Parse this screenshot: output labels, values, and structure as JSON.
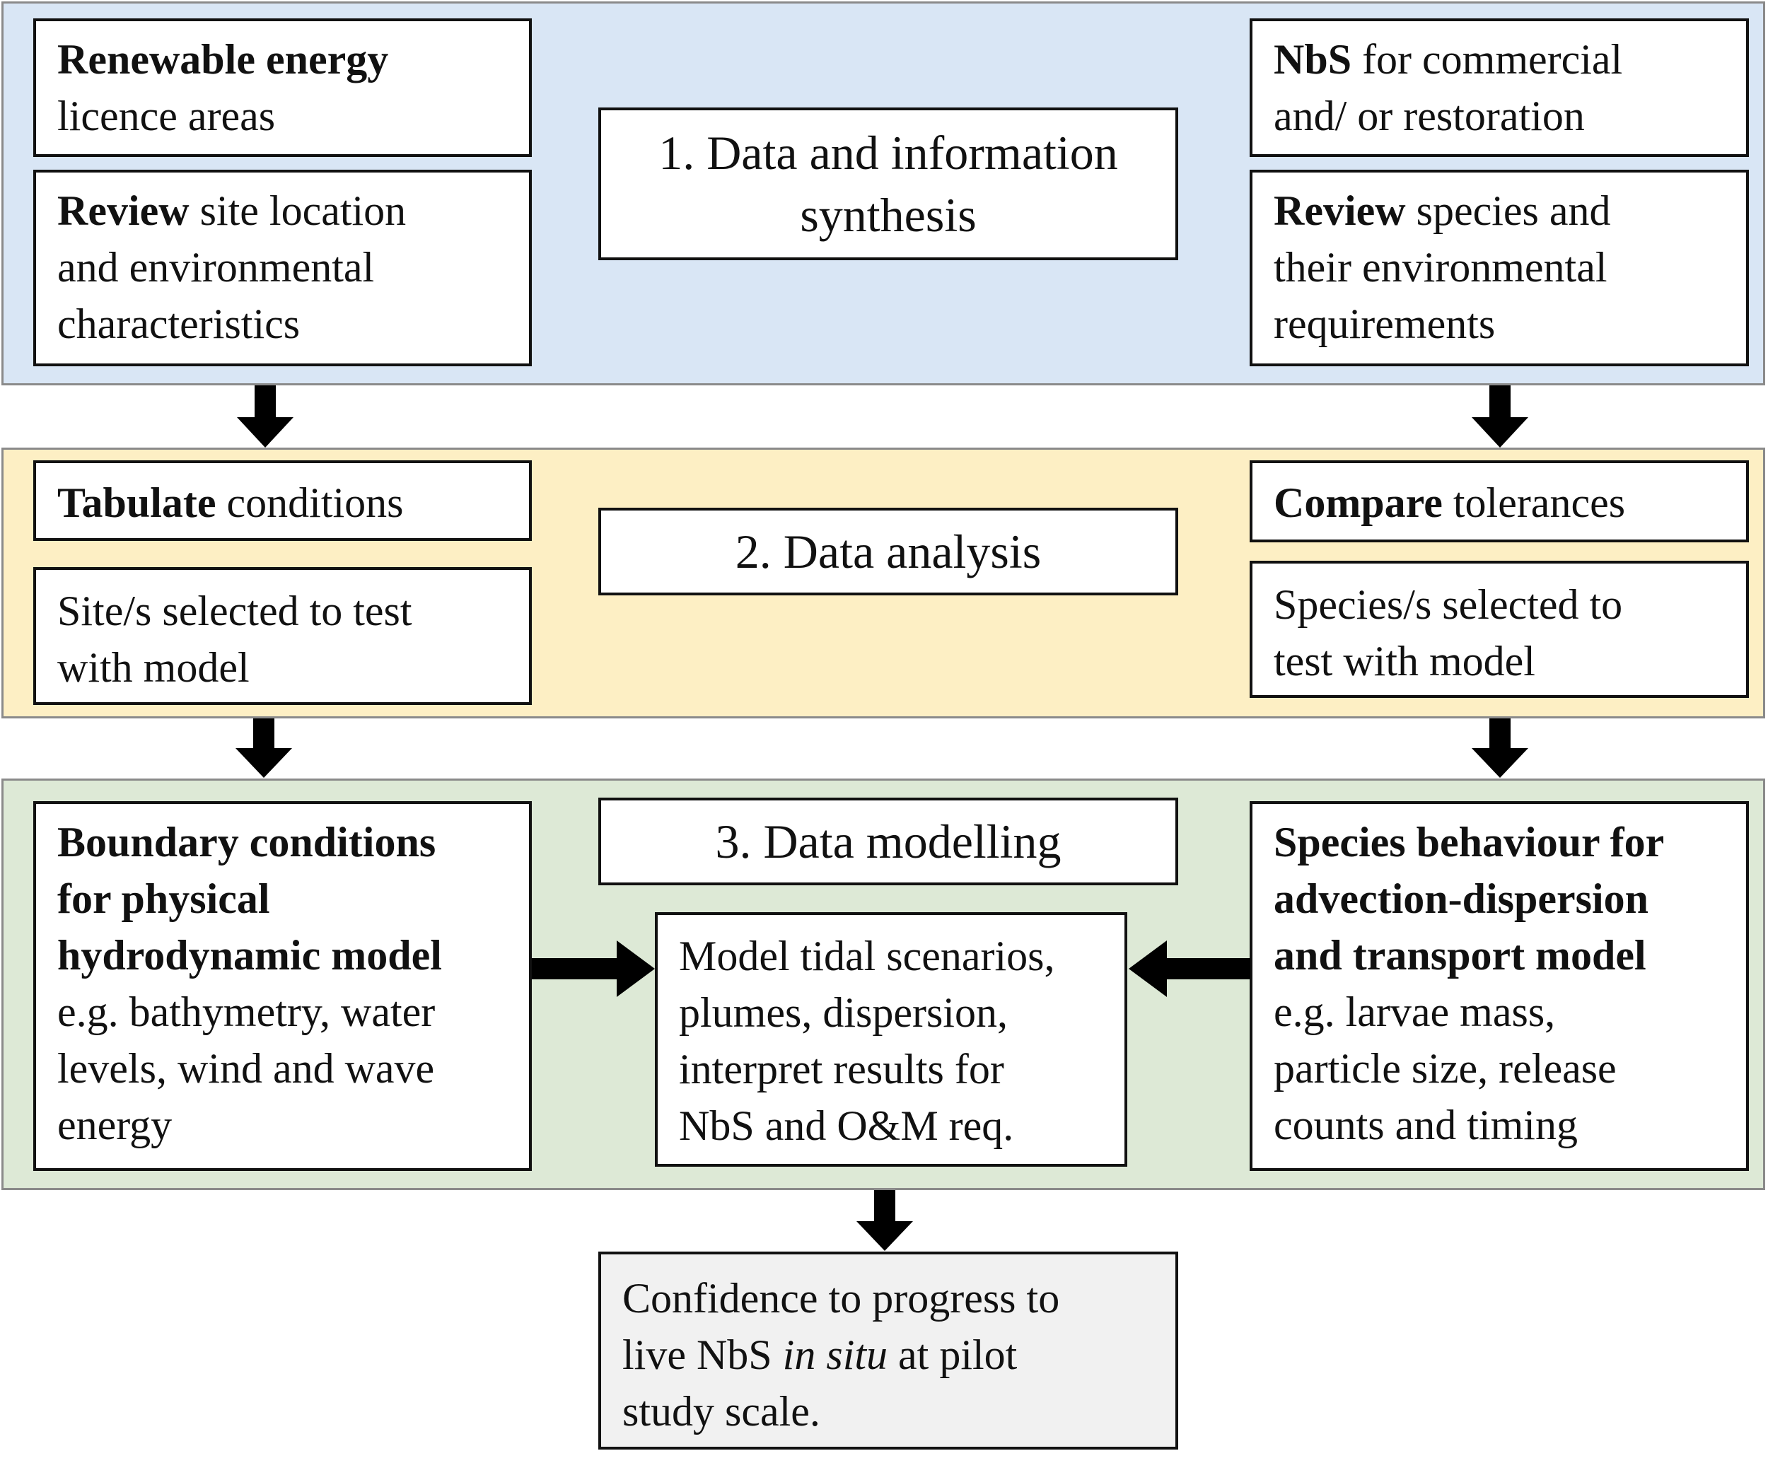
{
  "stage1": {
    "title": "1. Data and information synthesis",
    "title_line1": "1. Data and information",
    "title_line2": "synthesis",
    "left_top": {
      "bold": "Renewable energy",
      "line2": "licence areas"
    },
    "left_bottom": {
      "bold": "Review",
      "rest": " site location",
      "line2": "and environmental",
      "line3": "characteristics"
    },
    "right_top": {
      "bold": "NbS",
      "rest": " for commercial",
      "line2": "and/ or restoration"
    },
    "right_bottom": {
      "bold": "Review",
      "rest": " species and",
      "line2": "their environmental",
      "line3": "requirements"
    }
  },
  "stage2": {
    "title": "2. Data analysis",
    "left_top": {
      "bold": "Tabulate",
      "rest": " conditions"
    },
    "left_bottom": {
      "line1": "Site/s selected to test",
      "line2": "with model"
    },
    "right_top": {
      "bold": "Compare",
      "rest": " tolerances"
    },
    "right_bottom": {
      "line1": "Species/s selected to",
      "line2": "test with model"
    }
  },
  "stage3": {
    "title": "3. Data modelling",
    "left": {
      "bold1": "Boundary conditions",
      "bold2": "for physical",
      "bold3": "hydrodynamic model",
      "line4": "e.g. bathymetry, water",
      "line5": "levels, wind and  wave",
      "line6": "energy"
    },
    "center": {
      "line1": "Model tidal scenarios,",
      "line2": "plumes, dispersion,",
      "line3": "interpret results for",
      "line4": "NbS and O&M req."
    },
    "right": {
      "bold1": "Species behaviour for",
      "bold2": "advection-dispersion",
      "bold3": "and transport model",
      "line4": "e.g. larvae mass,",
      "line5": "particle size, release",
      "line6": "counts and timing"
    }
  },
  "outcome": {
    "line1": "Confidence to progress to",
    "line2_pre": "live NbS ",
    "line2_italic": "in situ",
    "line2_post": " at pilot",
    "line3": "study scale."
  },
  "colors": {
    "band1": "#d9e6f5",
    "band2": "#fdefc4",
    "band3": "#dde9d6",
    "outcome_fill": "#f1f1f1",
    "arrow": "#000000"
  }
}
